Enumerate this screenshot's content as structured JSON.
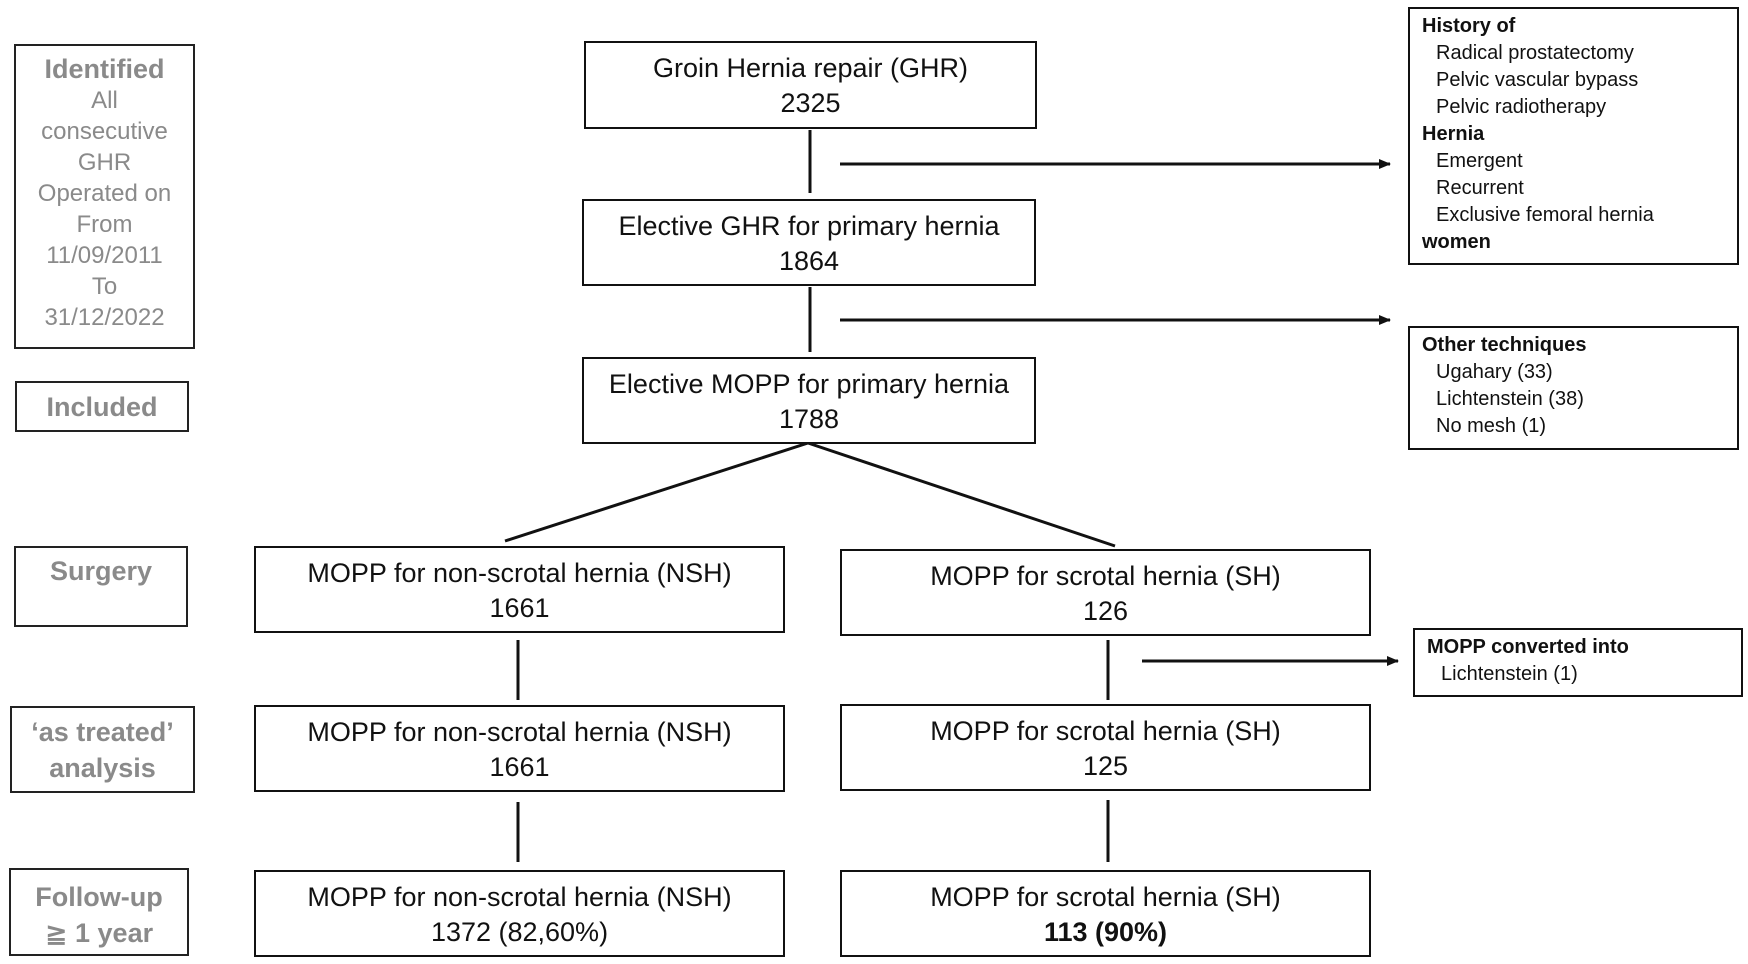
{
  "stages": {
    "identified": {
      "heading": "Identified",
      "lines": [
        "All",
        "consecutive",
        "GHR",
        "Operated on",
        "From",
        "11/09/2011",
        "To",
        "31/12/2022"
      ]
    },
    "included": "Included",
    "surgery": "Surgery",
    "as_treated": [
      "‘as treated’",
      "analysis"
    ],
    "follow_up": [
      "Follow-up",
      "≧ 1 year"
    ]
  },
  "boxes": {
    "ghr": {
      "label": "Groin Hernia repair (GHR)",
      "count": "2325"
    },
    "elective_ghr": {
      "label": "Elective GHR for primary  hernia",
      "count": "1864"
    },
    "elective_mopp": {
      "label": "Elective MOPP for primary hernia",
      "count": "1788"
    },
    "nsh_surgery": {
      "label": "MOPP for non-scrotal hernia (NSH)",
      "count": "1661"
    },
    "sh_surgery": {
      "label": "MOPP for scrotal hernia (SH)",
      "count": "126"
    },
    "nsh_treated": {
      "label": "MOPP for non-scrotal hernia (NSH)",
      "count": "1661"
    },
    "sh_treated": {
      "label": "MOPP for scrotal hernia (SH)",
      "count": "125"
    },
    "nsh_followup": {
      "label": "MOPP for non-scrotal hernia (NSH)",
      "count": "1372 (82,60%)"
    },
    "sh_followup": {
      "label": "MOPP for scrotal hernia (SH)",
      "count": "113 (90%)"
    }
  },
  "exclusions": {
    "first": {
      "heading1": "History of",
      "items1": [
        "Radical prostatectomy",
        "Pelvic vascular bypass",
        "Pelvic radiotherapy"
      ],
      "heading2": "Hernia",
      "items2": [
        "Emergent",
        "Recurrent",
        "Exclusive femoral hernia"
      ],
      "heading3": "women"
    },
    "second": {
      "heading": "Other techniques",
      "items": [
        "Ugahary (33)",
        "Lichtenstein (38)",
        "No mesh (1)"
      ]
    },
    "third": {
      "heading": "MOPP converted into",
      "items": [
        "Lichtenstein (1)"
      ]
    }
  }
}
